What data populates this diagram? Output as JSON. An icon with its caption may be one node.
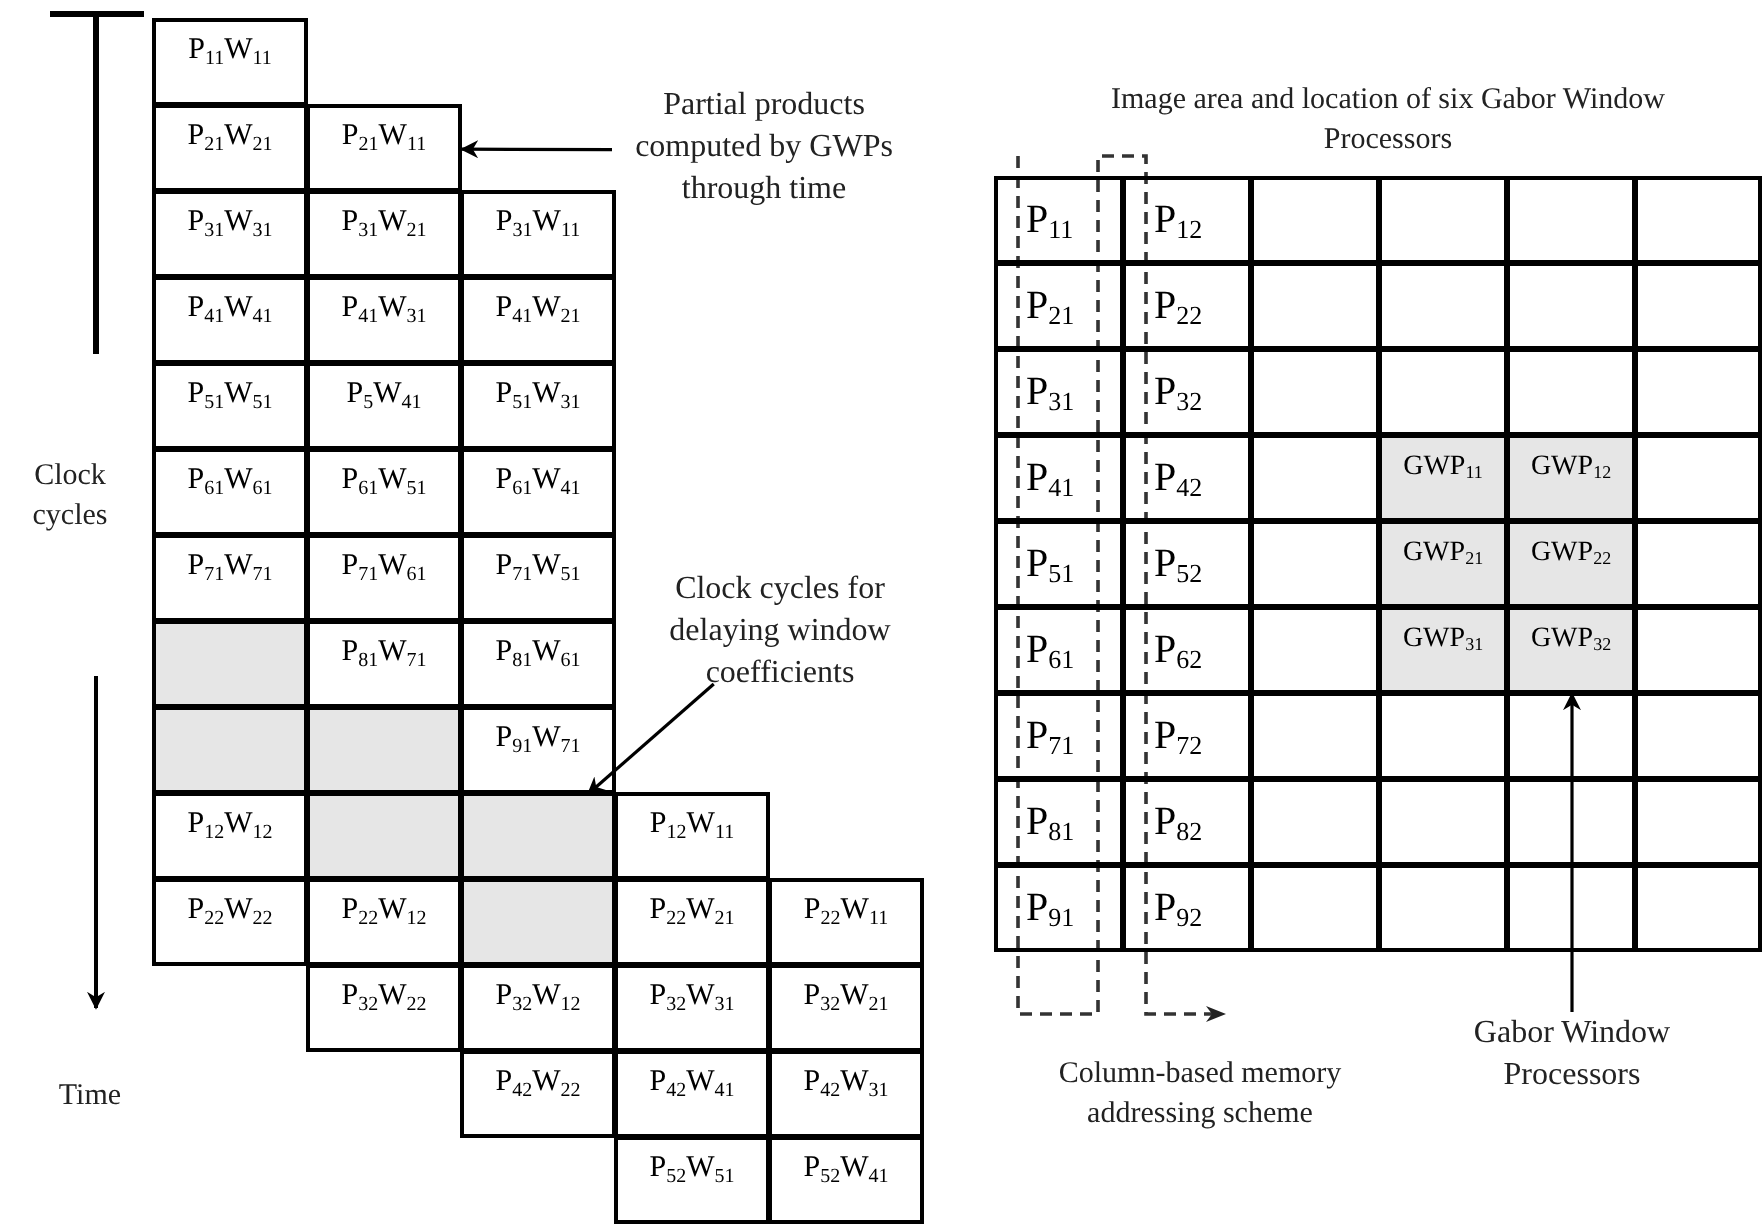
{
  "diagram": {
    "nodes": [
      {
        "text": [
          "P$_{11}$W$_{11}$"
        ]
      },
      {
        "text": [
          "P$_{21}$W$_{21}$"
        ]
      },
      {
        "text": [
          "P$_{21}$W$_{11}$"
        ]
      },
      {
        "text": [
          "P$_{31}$W$_{31}$"
        ]
      },
      {
        "text": [
          "P$_{31}$W$_{21}$"
        ]
      },
      {
        "text": [
          "P$_{31}$W$_{11}$"
        ]
      },
      {
        "text": [
          "P$_{41}$W$_{41}$"
        ]
      },
      {
        "text": [
          "P$_{41}$W$_{31}$"
        ]
      },
      {
        "text": [
          "P$_{41}$W$_{21}$"
        ]
      },
      {
        "text": [
          "P$_{51}$W$_{51}$"
        ]
      },
      {
        "text": [
          "P$_{5}$W$_{41}$"
        ]
      },
      {
        "text": [
          "P$_{51}$W$_{31}$"
        ]
      },
      {
        "text": [
          "P$_{61}$W$_{61}$"
        ]
      },
      {
        "text": [
          "P$_{61}$W$_{51}$"
        ]
      },
      {
        "text": [
          "P$_{61}$W$_{41}$"
        ]
      },
      {
        "text": [
          "P$_{71}$W$_{71}$"
        ]
      },
      {
        "text": [
          "P$_{71}$W$_{61}$"
        ]
      },
      {
        "text": [
          "P$_{71}$W$_{51}$"
        ]
      },
      {
        "text": [],
        "shape": "box"
      },
      {
        "text": [
          "P$_{81}$W$_{71}$"
        ]
      },
      {
        "text": [
          "P$_{81}$W$_{61}$"
        ]
      },
      {
        "text": [],
        "shape": "box"
      },
      {
        "text": [],
        "shape": "box"
      },
      {
        "text": [
          "P$_{91}$W$_{71}$"
        ]
      },
      {
        "text": [
          "P$_{12}$W$_{12}$"
        ]
      },
      {
        "text": [],
        "shape": "box"
      },
      {
        "text": [],
        "shape": "box"
      },
      {
        "text": [
          "P$_{12}$W$_{11}$"
        ]
      },
      {
        "text": [
          "P$_{22}$W$_{22}$"
        ]
      },
      {
        "text": [
          "P$_{22}$W$_{12}$"
        ]
      },
      {
        "text": [],
        "shape": "box"
      },
      {
        "text": [
          "P$_{22}$W$_{21}$"
        ]
      },
      {
        "text": [
          "P$_{22}$W$_{11}$"
        ]
      },
      {
        "text": [
          "P$_{32}$W$_{22}$"
        ]
      },
      {
        "text": [
          "P$_{32}$W$_{12}$"
        ]
      },
      {
        "text": [
          "P$_{32}$W$_{31}$"
        ]
      },
      {
        "text": [
          "P$_{32}$W$_{21}$"
        ]
      },
      {
        "text": [
          "P$_{42}$W$_{22}$"
        ]
      },
      {
        "text": [
          "P$_{42}$W$_{41}$"
        ]
      },
      {
        "text": [
          "P$_{42}$W$_{31}$"
        ]
      },
      {
        "text": [
          "P$_{52}$W$_{51}$"
        ]
      },
      {
        "text": [
          "P$_{52}$W$_{41}$"
        ]
      },
      {
        "text": [
          "Partial products computed by GWPs through time"
        ]
      },
      {
        "text": [
          "Clock cycles for delaying window coefficients"
        ]
      },
      {
        "text": [
          "Gabor Window Processors"
        ]
      },
      {
        "text": [
          "P$_{11}$"
        ]
      },
      {
        "text": [
          "P$_{12}$"
        ]
      },
      {
        "text": [],
        "shape": "box"
      },
      {
        "text": [],
        "shape": "box"
      },
      {
        "text": [],
        "shape": "box"
      },
      {
        "text": [],
        "shape": "box"
      },
      {
        "text": [
          "P$_{21}$"
        ]
      },
      {
        "text": [
          "P$_{22}$"
        ]
      },
      {
        "text": [],
        "shape": "box"
      },
      {
        "text": [],
        "shape": "box"
      },
      {
        "text": [],
        "shape": "box"
      },
      {
        "text": [],
        "shape": "box"
      },
      {
        "text": [
          "P$_{31}$"
        ]
      },
      {
        "text": [
          "P$_{32}$"
        ]
      },
      {
        "text": [],
        "shape": "box"
      },
      {
        "text": [],
        "shape": "box"
      },
      {
        "text": [],
        "shape": "box"
      },
      {
        "text": [],
        "shape": "box"
      },
      {
        "text": [
          "P$_{41}$"
        ]
      },
      {
        "text": [
          "P$_{42}$"
        ]
      },
      {
        "text": [],
        "shape": "box"
      },
      {
        "text": [
          "GWP$_{11}$"
        ]
      },
      {
        "text": [
          "GWP$_{12}$"
        ]
      },
      {
        "text": [],
        "shape": "box"
      },
      {
        "text": [
          "P$_{51}$"
        ]
      },
      {
        "text": [
          "P$_{52}$"
        ]
      },
      {
        "text": [],
        "shape": "box"
      },
      {
        "text": [
          "GWP$_{21}$"
        ]
      },
      {
        "text": [
          "GWP$_{22}$"
        ]
      },
      {
        "text": [],
        "shape": "box"
      },
      {
        "text": [
          "P$_{61}$"
        ]
      },
      {
        "text": [
          "P$_{62}$"
        ]
      },
      {
        "text": [],
        "shape": "box"
      },
      {
        "text": [
          "GWP$_{31}$"
        ]
      },
      {
        "text": [
          "GWP$_{32}$"
        ]
      },
      {
        "text": [],
        "shape": "box"
      },
      {
        "text": [
          "P$_{71}$"
        ]
      },
      {
        "text": [
          "P$_{72}$"
        ]
      },
      {
        "text": [],
        "shape": "box"
      },
      {
        "text": [],
        "shape": "box"
      },
      {
        "text": [],
        "shape": "box"
      },
      {
        "text": [],
        "shape": "box"
      },
      {
        "text": [
          "P$_{81}$"
        ]
      },
      {
        "text": [
          "P$_{82}$"
        ]
      },
      {
        "text": [],
        "shape": "box"
      },
      {
        "text": [],
        "shape": "box"
      },
      {
        "text": [],
        "shape": "box"
      },
      {
        "text": [],
        "shape": "box"
      },
      {
        "text": [
          "P$_{91}$"
        ]
      },
      {
        "text": [
          "P$_{92}$"
        ]
      },
      {
        "text": [],
        "shape": "box"
      },
      {
        "text": [],
        "shape": "box"
      },
      {
        "text": [],
        "shape": "box"
      },
      {
        "text": [],
        "shape": "box"
      }
    ],
    "edges": [
      {
        "from": 42,
        "to": 2,
        "arrow": "to"
      },
      {
        "from": 43,
        "to": 26,
        "arrow": "to"
      },
      {
        "from": 44,
        "to": 79,
        "arrow": "to"
      }
    ],
    "labels": [
      "Image area and location of six Gabor Window Processors",
      "Clock cycles",
      "Column-based memory addressing scheme",
      "Time"
    ]
  }
}
